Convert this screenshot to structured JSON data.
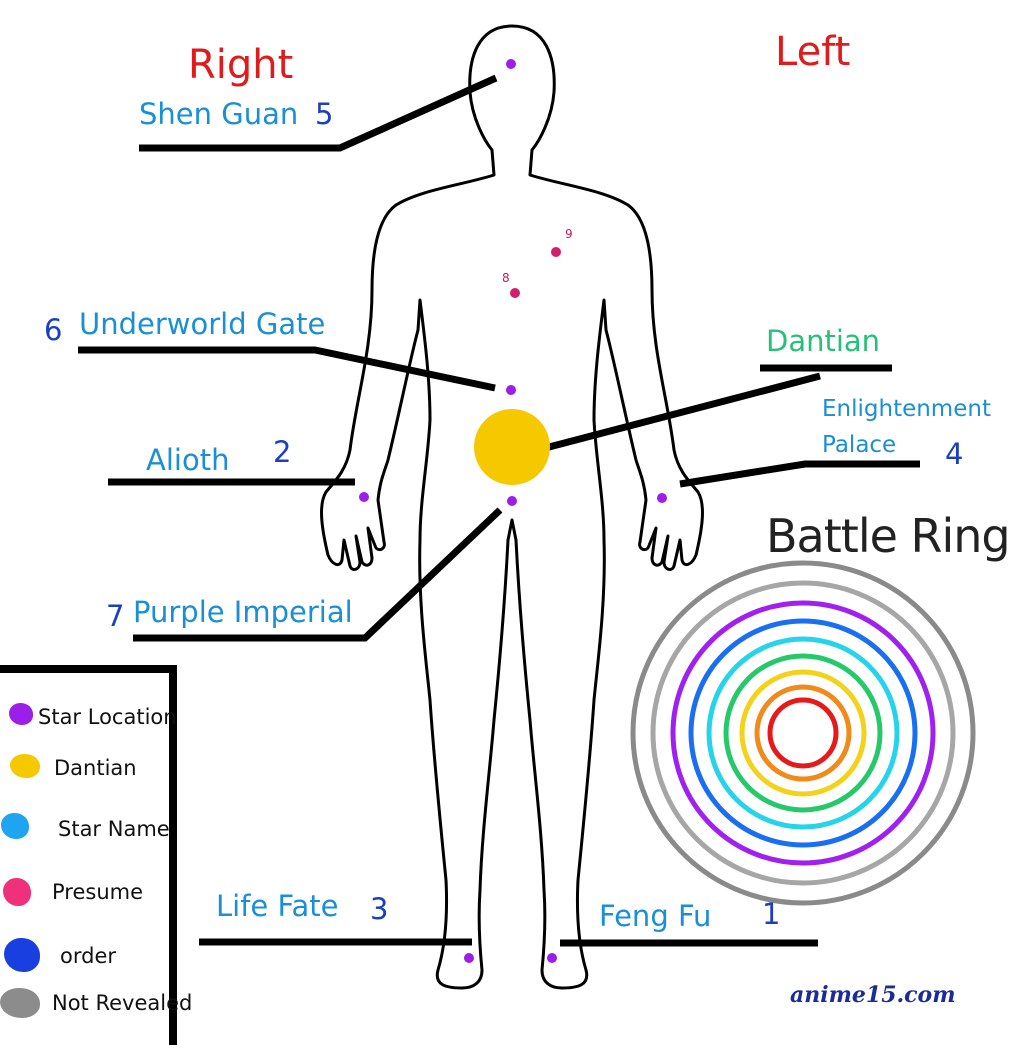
{
  "sides": {
    "right": "Right",
    "left": "Left"
  },
  "labels": {
    "shen_guan": {
      "name": "Shen Guan",
      "order": "5"
    },
    "underworld_gate": {
      "name": "Underworld Gate",
      "order": "6"
    },
    "alioth": {
      "name": "Alioth",
      "order": "2"
    },
    "purple_imperial": {
      "name": "Purple Imperial",
      "order": "7"
    },
    "life_fate": {
      "name": "Life Fate",
      "order": "3"
    },
    "feng_fu": {
      "name": "Feng Fu",
      "order": "1"
    },
    "dantian": {
      "name": "Dantian"
    },
    "enlightenment_palace": {
      "line1": "Enlightenment",
      "line2": "Palace",
      "order": "4"
    },
    "presumed_8": "8",
    "presumed_9": "9"
  },
  "battle_ring": {
    "title": "Battle Ring",
    "ring_colors": [
      "#8a8a8a",
      "#a6a6a6",
      "#a020f0",
      "#1a6ff0",
      "#25d4e8",
      "#25c96a",
      "#f2d21a",
      "#f08a1a",
      "#e51b1b"
    ]
  },
  "legend": {
    "items": [
      {
        "label": "Star Location",
        "color": "#9b1fe8"
      },
      {
        "label": "Dantian",
        "color": "#f5c800"
      },
      {
        "label": "Star Name",
        "color": "#1ea4f0"
      },
      {
        "label": "Presume",
        "color": "#f0307a"
      },
      {
        "label": "order",
        "color": "#1a3fe0"
      },
      {
        "label": "Not Revealed",
        "color": "#8c8c8c"
      }
    ]
  },
  "colors": {
    "star_point": "#9b1fe8",
    "presume_point": "#d0206a",
    "dantian": "#f5c800",
    "line": "#000000"
  },
  "watermark": "anime15.com"
}
